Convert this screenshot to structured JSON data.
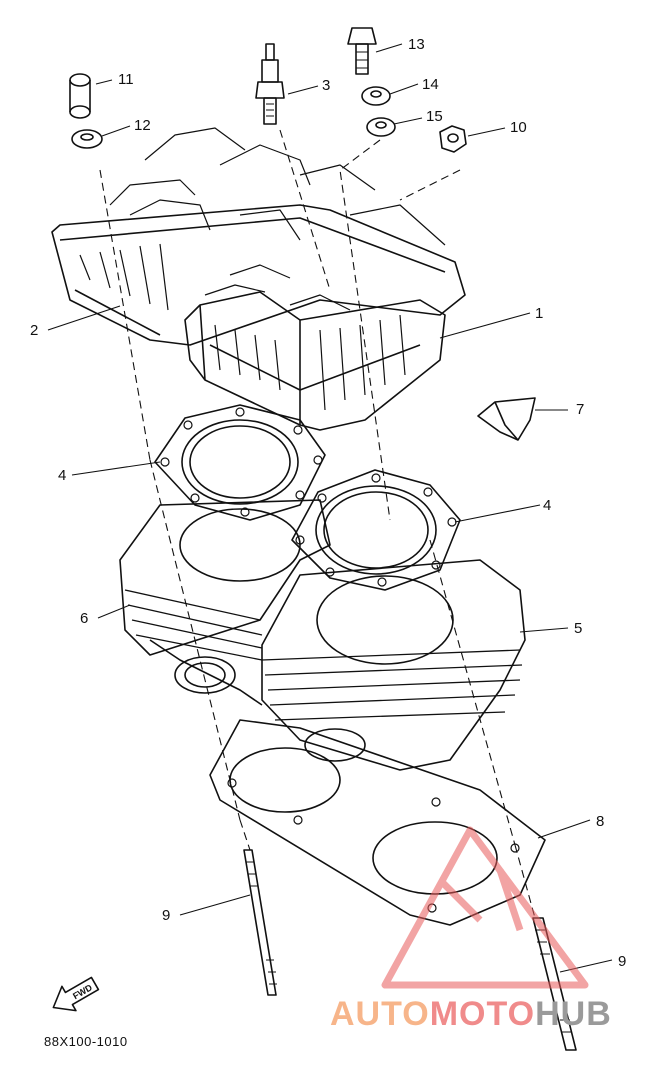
{
  "callouts": {
    "c1": "1",
    "c2": "2",
    "c3": "3",
    "c4a": "4",
    "c4b": "4",
    "c5": "5",
    "c6": "6",
    "c7": "7",
    "c8": "8",
    "c9a": "9",
    "c9b": "9",
    "c10": "10",
    "c11": "11",
    "c12": "12",
    "c13": "13",
    "c14": "14",
    "c15": "15"
  },
  "figure_code": "88X100-1010",
  "forward_arrow_label": "FWD",
  "watermark": {
    "part1": "AUTO",
    "part2": "MOTO",
    "part3": "HUB"
  },
  "colors": {
    "line": "#111111",
    "watermark_red": "#e85a5a",
    "watermark_orange": "#f7b58a",
    "watermark_gray": "#9a9a9a"
  }
}
